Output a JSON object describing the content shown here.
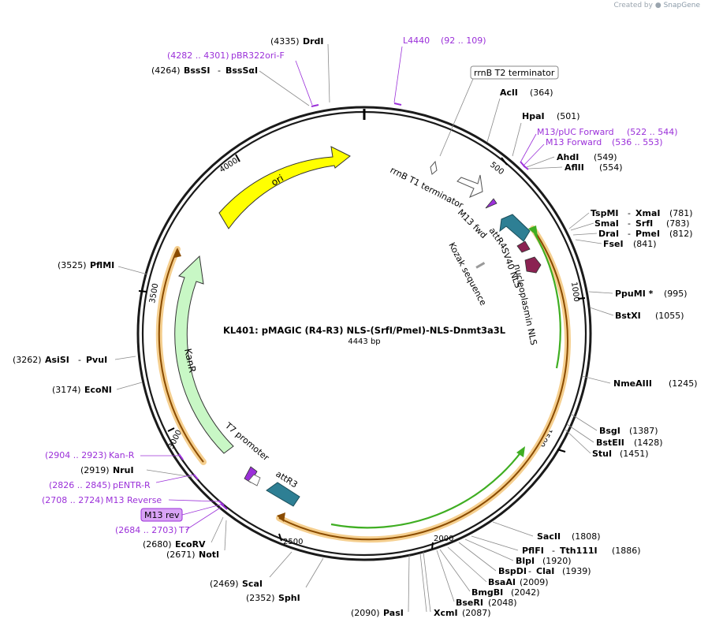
{
  "credit": {
    "prefix": "Created by",
    "brand": "SnapGene"
  },
  "plasmid": {
    "name": "KL401: pMAGIC (R4-R3) NLS-(SrfI/PmeI)-NLS-Dnmt3a3L",
    "size_label": "4443 bp",
    "total_bp": 4443
  },
  "ticks": [
    "500",
    "1000",
    "1500",
    "2000",
    "2500",
    "3000",
    "3500",
    "4000"
  ],
  "enzymes_right": [
    {
      "name": "AclI",
      "pos": "(364)"
    },
    {
      "name": "HpaI",
      "pos": "(501)"
    },
    {
      "name": "AhdI",
      "pos": "(549)"
    },
    {
      "name": "AflII",
      "pos": "(554)"
    },
    {
      "name": "TspMI",
      "sep": "-",
      "name2": "XmaI",
      "pos": "(781)"
    },
    {
      "name": "SmaI",
      "sep": "-",
      "name2": "SrfI",
      "pos": "(783)"
    },
    {
      "name": "DraI",
      "sep": "-",
      "name2": "PmeI",
      "pos": "(812)"
    },
    {
      "name": "FseI",
      "pos": "(841)"
    },
    {
      "name": "PpuMI *",
      "pos": "(995)"
    },
    {
      "name": "BstXI",
      "pos": "(1055)"
    },
    {
      "name": "NmeAIII",
      "pos": "(1245)"
    },
    {
      "name": "BsgI",
      "pos": "(1387)"
    },
    {
      "name": "BstEII",
      "pos": "(1428)"
    },
    {
      "name": "StuI",
      "pos": "(1451)"
    },
    {
      "name": "SacII",
      "pos": "(1808)"
    },
    {
      "name": "PflFI",
      "sep": "-",
      "name2": "Tth111I",
      "pos": "(1886)"
    },
    {
      "name": "BlpI",
      "pos": "(1920)"
    },
    {
      "name": "BspDI",
      "sep": "-",
      "name2": "ClaI",
      "pos": "(1939)"
    },
    {
      "name": "BsaAI",
      "pos": "(2009)"
    },
    {
      "name": "BmgBI",
      "pos": "(2042)"
    },
    {
      "name": "BseRI",
      "pos": "(2048)"
    }
  ],
  "enzymes_bottom": [
    {
      "name": "XcmI",
      "pos": "(2087)"
    },
    {
      "name": "PasI",
      "pos": "(2090)"
    },
    {
      "name": "SphI",
      "pos": "(2352)"
    },
    {
      "name": "ScaI",
      "pos": "(2469)"
    },
    {
      "name": "NotI",
      "pos": "(2671)"
    },
    {
      "name": "EcoRV",
      "pos": "(2680)"
    }
  ],
  "enzymes_left": [
    {
      "name": "NruI",
      "pos": "(2919)"
    },
    {
      "name": "EcoNI",
      "pos": "(3174)"
    },
    {
      "name": "AsiSI",
      "sep": "-",
      "name2": "PvuI",
      "pos": "(3262)"
    },
    {
      "name": "PflMI",
      "pos": "(3525)"
    },
    {
      "name": "BssSI",
      "sep": "-",
      "name2": "BssSαI",
      "pos": "(4264)"
    },
    {
      "name": "DrdI",
      "pos": "(4335)"
    }
  ],
  "primers": [
    {
      "name": "L4440",
      "range": "(92 .. 109)"
    },
    {
      "name": "M13/pUC Forward",
      "range": "(522 .. 544)"
    },
    {
      "name": "M13 Forward",
      "range": "(536 .. 553)"
    },
    {
      "name": "pBR322ori-F",
      "range": "(4282 .. 4301)"
    },
    {
      "name": "Kan-R",
      "range": "(2904 .. 2923)"
    },
    {
      "name": "pENTR-R",
      "range": "(2826 .. 2845)"
    },
    {
      "name": "M13 Reverse",
      "range": "(2708 .. 2724)"
    },
    {
      "name": "T7",
      "range": "(2684 .. 2703)"
    }
  ],
  "boxed_labels": {
    "rrnb_t2": "rrnB T2 terminator",
    "m13_rev": "M13 rev"
  },
  "features": {
    "ori": "ori",
    "kanr": "KanR",
    "rrnb_t1": "rrnB T1 terminator",
    "m13_fwd": "M13 fwd",
    "attr4": "attR4",
    "sv40_nls": "SV40 NLS",
    "kozak": "Kozak sequence",
    "nucleoplasmin": "nucleoplasmin NLS",
    "t7_promoter": "T7 promoter",
    "attr3": "attR3"
  },
  "colors": {
    "enzyme_label": "#000000",
    "primer_label": "#9b30d9",
    "ori": "#ffff00",
    "kanr": "#c8f7c5",
    "attr": "#2e7f94",
    "nls": "#8b2252",
    "orf_glow": "#f5cf8f",
    "orf_line": "#8a4b00",
    "green_arc": "#3fae22"
  }
}
